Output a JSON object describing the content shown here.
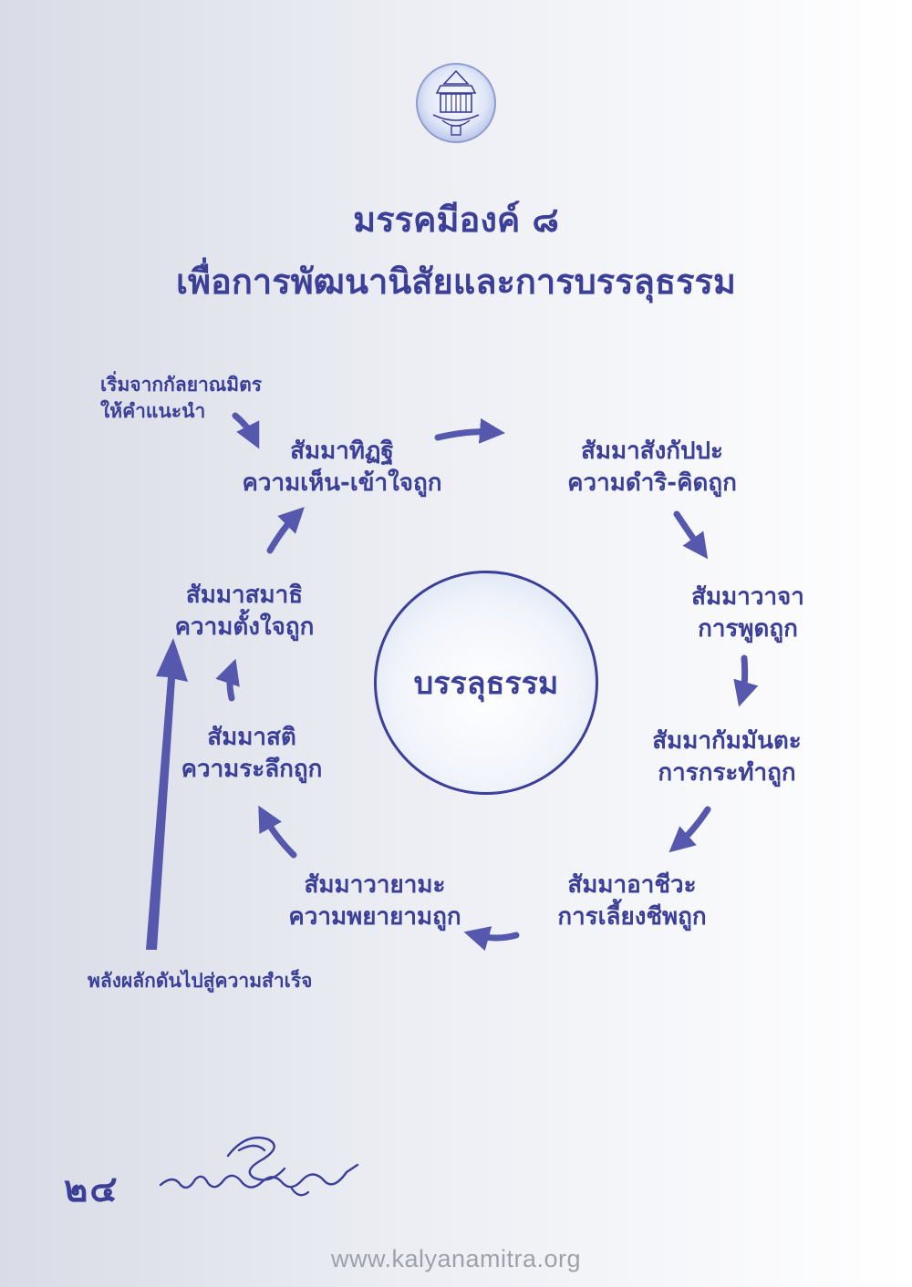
{
  "header": {
    "title_line1": "มรรคมีองค์ ๘",
    "title_line2": "เพื่อการพัฒนานิสัยและการบรรลุธรรม"
  },
  "center": {
    "label": "บรรลุธรรม"
  },
  "nodes": [
    {
      "name": "สัมมาทิฏฐิ",
      "meaning": "ความเห็น-เข้าใจถูก"
    },
    {
      "name": "สัมมาสังกัปปะ",
      "meaning": "ความดำริ-คิดถูก"
    },
    {
      "name": "สัมมาวาจา",
      "meaning": "การพูดถูก"
    },
    {
      "name": "สัมมากัมมันตะ",
      "meaning": "การกระทำถูก"
    },
    {
      "name": "สัมมาอาชีวะ",
      "meaning": "การเลี้ยงชีพถูก"
    },
    {
      "name": "สัมมาวายามะ",
      "meaning": "ความพยายามถูก"
    },
    {
      "name": "สัมมาสติ",
      "meaning": "ความระลึกถูก"
    },
    {
      "name": "สัมมาสมาธิ",
      "meaning": "ความตั้งใจถูก"
    }
  ],
  "notes": {
    "start_line1": "เริ่มจากกัลยาณมิตร",
    "start_line2": "ให้คำแนะนำ",
    "drive": "พลังผลักดันไปสู่ความสำเร็จ"
  },
  "footer": {
    "page_number": "๒๔",
    "url": "www.kalyanamitra.org"
  },
  "colors": {
    "primary": "#3b3f98",
    "arrow": "#5558ad",
    "footer_text": "#9ea1aa"
  },
  "icons": {
    "emblem": "pavilion-emblem-icon",
    "signature": "signature-icon"
  }
}
